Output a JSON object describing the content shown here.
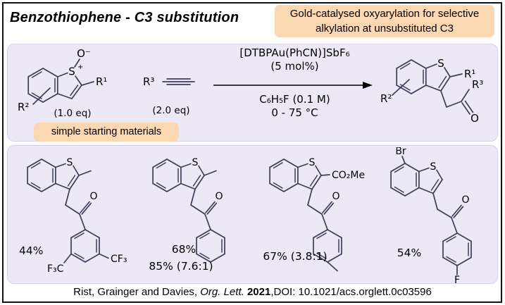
{
  "title": "Benzothiophene - C3 substitution",
  "banner": {
    "line1": "Gold-catalysed oxyarylation for selective",
    "line2": "alkylation at unsubstituted C3"
  },
  "scheme": {
    "substrate": {
      "oxide_label": "O⁻",
      "charge_label": "+",
      "sulfur_label": "S",
      "r1_label": "R¹",
      "r2_label": "R²",
      "equiv_label": "(1.0 eq)"
    },
    "alkyne": {
      "r3_label": "R³",
      "equiv_label": "(2.0 eq)"
    },
    "conditions": {
      "catalyst": "[DTBPAu(PhCN)]SbF₆",
      "loading": "(5 mol%)",
      "solvent": "C₆H₅F (0.1 M)",
      "temperature": "0 - 75 °C"
    },
    "product": {
      "sulfur_label": "S",
      "r1_label": "R¹",
      "r2_label": "R²",
      "r3_label": "R³",
      "oxygen_label": "O"
    },
    "note": "simple starting materials"
  },
  "examples": [
    {
      "sulfur_label": "S",
      "oxygen_label": "O",
      "cf3_right_label": "CF₃",
      "cf3_bottom_label": "F₃C",
      "yield_line1": "44%"
    },
    {
      "sulfur_label": "S",
      "oxygen_label": "O",
      "yield_line1": "68%",
      "yield_line2": "85% (7.6:1)"
    },
    {
      "sulfur_label": "S",
      "oxygen_label": "O",
      "ester_label": "CO₂Me",
      "yield_line1": "67% (3.8:1)"
    },
    {
      "sulfur_label": "S",
      "oxygen_label": "O",
      "bromo_label": "Br",
      "fluoro_label": "F",
      "yield_line1": "54%"
    }
  ],
  "citation": {
    "authors": "Rist, Grainger and Davies, ",
    "journal": "Org. Lett. ",
    "year": "2021",
    "doi": ",DOI: 10.1021/acs.orglett.0c03596"
  }
}
